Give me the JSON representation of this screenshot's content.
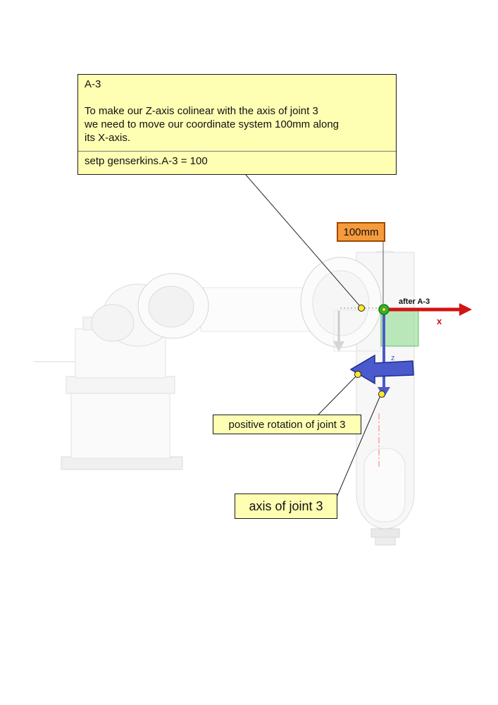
{
  "note": {
    "title": "A-3",
    "line1": "To make our Z-axis colinear with the axis of joint 3",
    "line2": "we need to move our coordinate system 100mm along",
    "line3": "its X-axis.",
    "command": "setp genserkins.A-3 = 100"
  },
  "labels": {
    "distance": "100mm",
    "after": "after A-3",
    "x_axis": "x",
    "z_axis": "z",
    "rotation": "positive rotation of joint 3",
    "axis": "axis of joint 3"
  },
  "colors": {
    "note_bg": "#ffffb4",
    "note_border": "#1a1a1a",
    "distance_bg": "#f59b3c",
    "distance_border": "#9c4a00",
    "x_axis_red": "#d11414",
    "z_axis_blue": "#4a5acc",
    "rotation_arrow_blue": "#4a5acc",
    "rotation_arrow_border": "#1d2d94",
    "origin_green": "#2eb82e",
    "plane_green": "#8fdc8f",
    "callout_dot_yellow": "#ffe927",
    "joint_axis_pink": "#ff9f9f"
  }
}
